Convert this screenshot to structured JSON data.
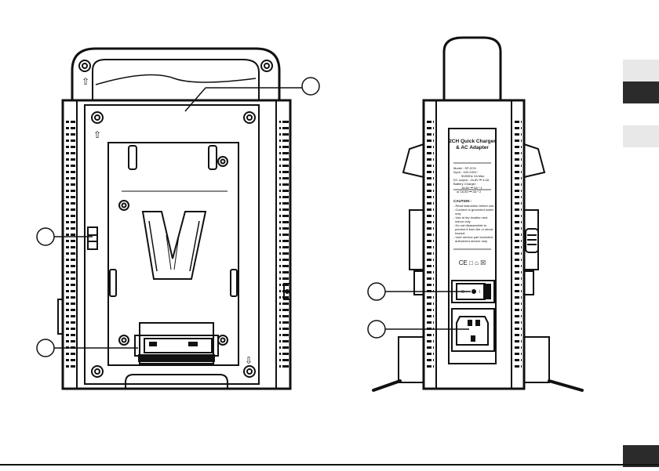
{
  "label_panel": {
    "title_line1": "2CH Quick Charger",
    "title_line2": "& AC Adapter",
    "spec_lines": [
      "Model : SP-2CH",
      "Input :  100-240V~",
      "50/60Hz 2A Max",
      "DC output : 16.8V ⎓ 4.0A",
      "Battery Charger :",
      "16.8V ⎓ 3A * 1",
      "or 16.8V ⎓ 2A * 2"
    ],
    "caution_title": "CAUTION :",
    "caution_lines": [
      "- Read instruction before use.",
      "- Connect to grounded outlet",
      "only.",
      "- Use at dry location and",
      "indoor only.",
      "- Do not disassemble to",
      "prevent it from fire or shock",
      "hazard.",
      "- User service part excluded,",
      "authorized service only."
    ],
    "cert_marks": "CE  □  ⌂  ☒"
  },
  "power_switch": {
    "on_mark": "I",
    "off_mark": "O"
  },
  "side_tabs": [
    {
      "style": "light"
    },
    {
      "style": "dark"
    },
    {
      "style": "light"
    },
    {
      "style": "dark"
    }
  ]
}
